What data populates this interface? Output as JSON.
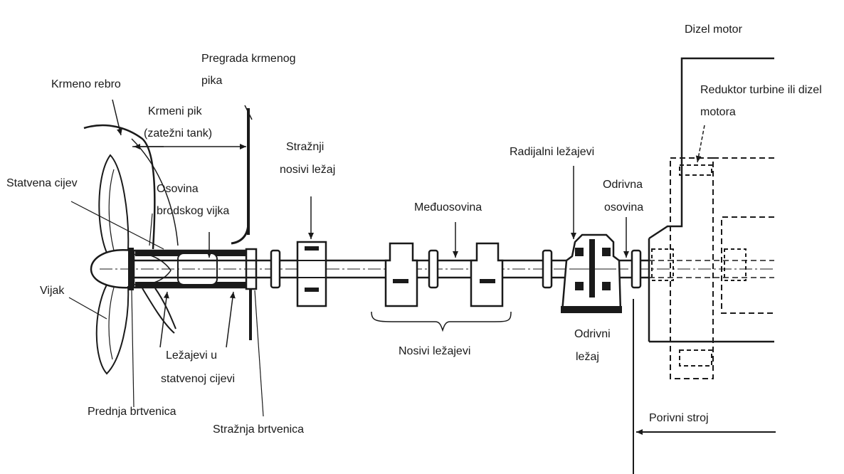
{
  "labels": {
    "dizel_motor": "Dizel motor",
    "pregrada_krmenog_pika_1": "Pregrada krmenog",
    "pregrada_krmenog_pika_2": "pika",
    "krmeno_rebro": "Krmeno rebro",
    "krmeni_pik_1": "Krmeni pik",
    "krmeni_pik_2": "(zatežni tank)",
    "reduktor_1": "Reduktor turbine ili dizel",
    "reduktor_2": "motora",
    "straznji_nosivi_lezaj_1": "Stražnji",
    "straznji_nosivi_lezaj_2": "nosivi ležaj",
    "radijalni_lezajevi": "Radijalni ležajevi",
    "statvena_cijev": "Statvena cijev",
    "osovina_brodskog_vijka_1": "Osovina",
    "osovina_brodskog_vijka_2": "brodskog vijka",
    "meduosovina": "Međuosovina",
    "odrivna_osovina_1": "Odrivna",
    "odrivna_osovina_2": "osovina",
    "vijak": "Vijak",
    "nosivi_lezajevi": "Nosivi ležajevi",
    "odrivni_lezaj_1": "Odrivni",
    "odrivni_lezaj_2": "ležaj",
    "lezajevi_u_statvenoj_cijevi_1": "Ležajevi u",
    "lezajevi_u_statvenoj_cijevi_2": "statvenoj cijevi",
    "prednja_brtvenica": "Prednja brtvenica",
    "porivni_stroj": "Porivni stroj",
    "straznja_brtvenica": "Stražnja brtvenica"
  }
}
